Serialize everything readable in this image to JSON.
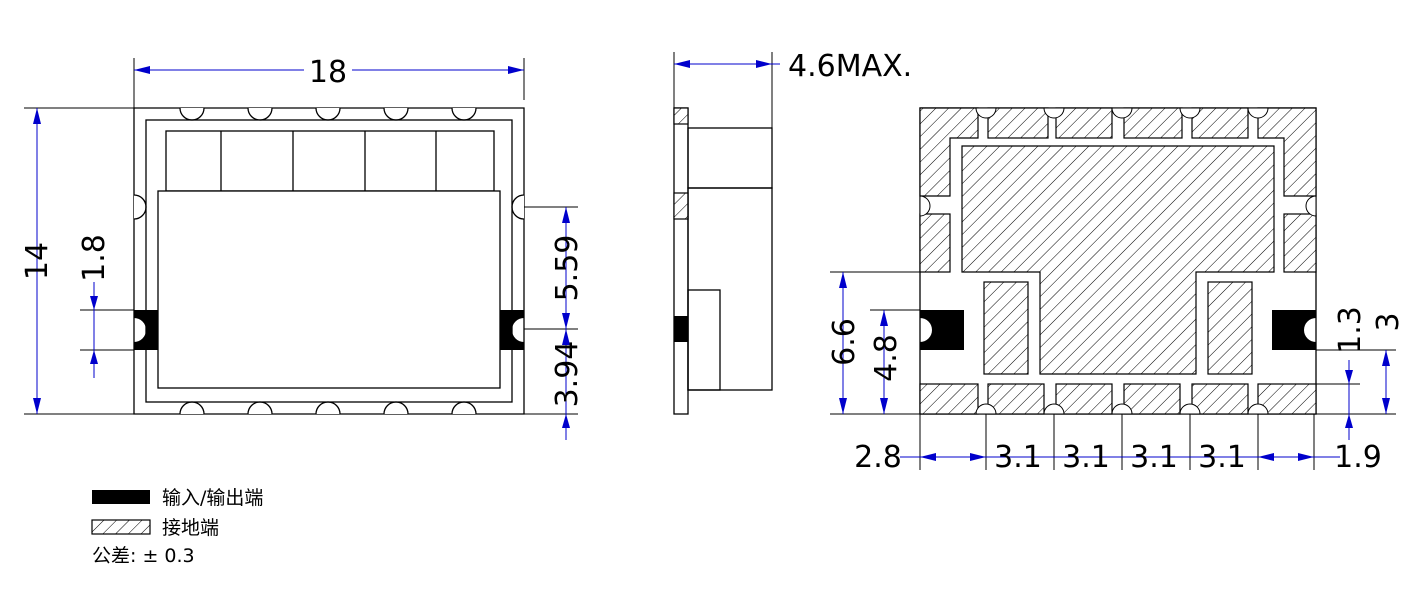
{
  "dimensions": {
    "top_view": {
      "width": "18",
      "height": "14",
      "pad_height": "1.8",
      "upper_offset": "5.59",
      "lower_offset": "3.94"
    },
    "side_view": {
      "max_height": "4.6MAX."
    },
    "bottom_view": {
      "pad_y_total": "6.6",
      "pad_y": "4.8",
      "pad_h": "1.3",
      "gnd_h": "3",
      "left_offset": "2.8",
      "pitch_1": "3.1",
      "pitch_2": "3.1",
      "pitch_3": "3.1",
      "pitch_4": "3.1",
      "right_offset": "1.9"
    }
  },
  "legend": {
    "io_label": "输入/输出端",
    "gnd_label": "接地端",
    "tolerance": "公差: ± 0.3"
  },
  "colors": {
    "dimension": "#0000cc",
    "outline": "#000000"
  }
}
